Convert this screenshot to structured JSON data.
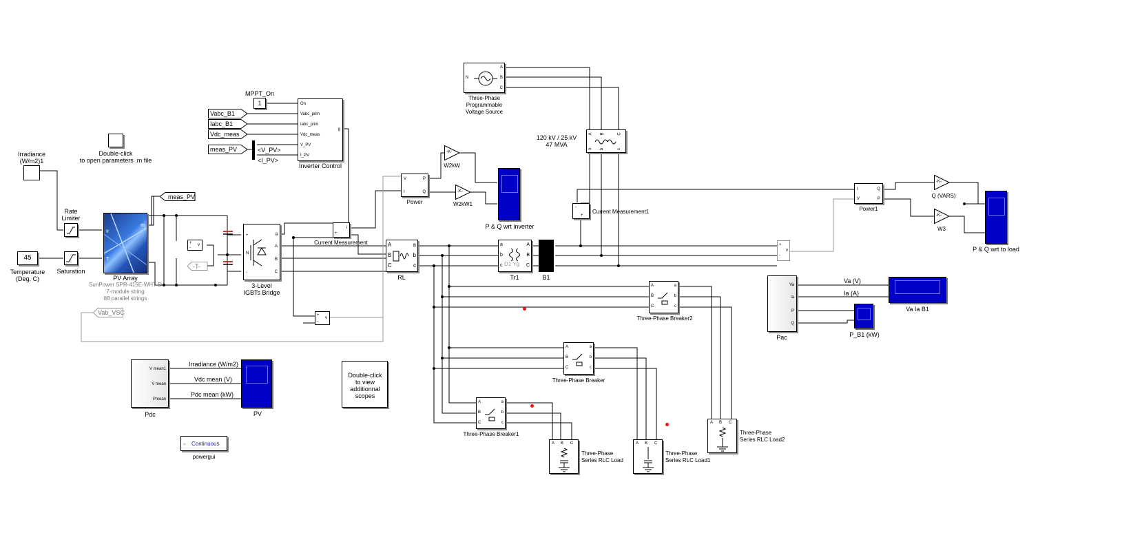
{
  "top_notes": {
    "mppt_label": "MPPT_On",
    "mppt_value": "1",
    "param_note": "Double-click\nto open parameters .m file",
    "scope_note": "Double-click\nto view\nadditionnal\nscopes"
  },
  "inputs": {
    "irradiance_label": "Irradiance\n(W/m2)1",
    "temperature_value": "45",
    "temperature_label": "Temperature\n(Deg. C)",
    "rate_limiter_label": "Rate\nLimiter",
    "saturation_label": "Saturation"
  },
  "pv_array": {
    "title": "PV Array",
    "desc": "SunPower SPR-415E-WHT-D\n7-module string\n88 parallel strings",
    "port_ir": "Ir",
    "port_t": "T",
    "port_m": "m"
  },
  "goto_tags": {
    "meas_pv": "meas_PV",
    "vab_vsc": "Vab_VSC",
    "t_tag": "-T-"
  },
  "from_tags": {
    "vabc_b1": "Vabc_B1",
    "iabc_b1": "Iabc_B1",
    "vdc_meas": "Vdc_meas",
    "meas_pv": "meas_PV"
  },
  "bus_signals": {
    "v_pv": "<V_PV>",
    "i_pv": "<I_PV>"
  },
  "inverter_control": {
    "title": "Inverter Control",
    "ports": [
      "On",
      "Vabc_prim",
      "Iabc_prim",
      "Vdc_meas",
      "V_PV",
      "I_PV"
    ],
    "out": "g"
  },
  "bridge": {
    "title": "3-Level\nIGBTs Bridge",
    "ports_left": [
      "+",
      "N",
      "-"
    ],
    "ports_right": [
      "g",
      "A",
      "B",
      "C"
    ]
  },
  "current_measurement": {
    "title": "Current Measurement",
    "title1": "Current Measurement1",
    "out": "i"
  },
  "power": {
    "title": "Power",
    "title1": "Power1",
    "in_v": "V",
    "in_i": "I",
    "out_p": "P",
    "out_q": "Q"
  },
  "gains": {
    "w2kw": "W2kW",
    "w2kw1": "W2kW1",
    "qvars": "Q (VARS)",
    "w3": "W3",
    "glyph": "-K-"
  },
  "scopes": {
    "pq_inverter": "P & Q wrt inverter",
    "pq_load": "P & Q wrt to load",
    "va_ia": "Va Ia B1",
    "p_b1": "P_B1 (kW)",
    "pv": "PV"
  },
  "source": {
    "title": "Three-Phase\nProgrammable\nVoltage Source",
    "port_n": "N",
    "ports": [
      "A",
      "B",
      "C"
    ]
  },
  "transformer_main": {
    "rating": "120 kV / 25 kV\n47 MVA",
    "ports": [
      "A",
      "B",
      "C",
      "a",
      "b",
      "c"
    ]
  },
  "rl": {
    "title": "RL",
    "ports_left": [
      "A",
      "B",
      "C"
    ],
    "ports_right": [
      "a",
      "b",
      "c"
    ]
  },
  "tr1": {
    "title": "Tr1",
    "ports_left": [
      "a",
      "b",
      "c"
    ],
    "ports_right": [
      "A",
      "B",
      "C"
    ],
    "vector": "D1 Yg"
  },
  "b1": {
    "title": "B1"
  },
  "breakers": {
    "b0": "Three-Phase Breaker",
    "b1": "Three-Phase Breaker1",
    "b2": "Three-Phase Breaker2"
  },
  "loads": {
    "l0": "Three-Phase\nSeries RLC Load",
    "l1": "Three-Phase\nSeries RLC Load1",
    "l2": "Three-Phase\nSeries RLC Load2"
  },
  "pac": {
    "title": "Pac",
    "ports": [
      "Va",
      "Ia",
      "P",
      "Q"
    ],
    "sig_va": "Va (V)",
    "sig_ia": "Ia (A)"
  },
  "pdc": {
    "title": "Pdc",
    "ports": [
      "V mean1",
      "V mean",
      "Pmean"
    ],
    "signals": [
      "Irradiance (W/m2)",
      "Vdc mean (V)",
      "Pdc mean (kW)"
    ]
  },
  "powergui": {
    "mode": "Continuous",
    "title": "powergui"
  },
  "vmeas": {
    "plus": "+",
    "minus": "-",
    "v": "v"
  },
  "colors": {
    "scope_blue": "#0000c8",
    "red_dot": "#e8171a",
    "gray_line": "#9a9a9a",
    "pv_blue": "#2f6fd0"
  }
}
